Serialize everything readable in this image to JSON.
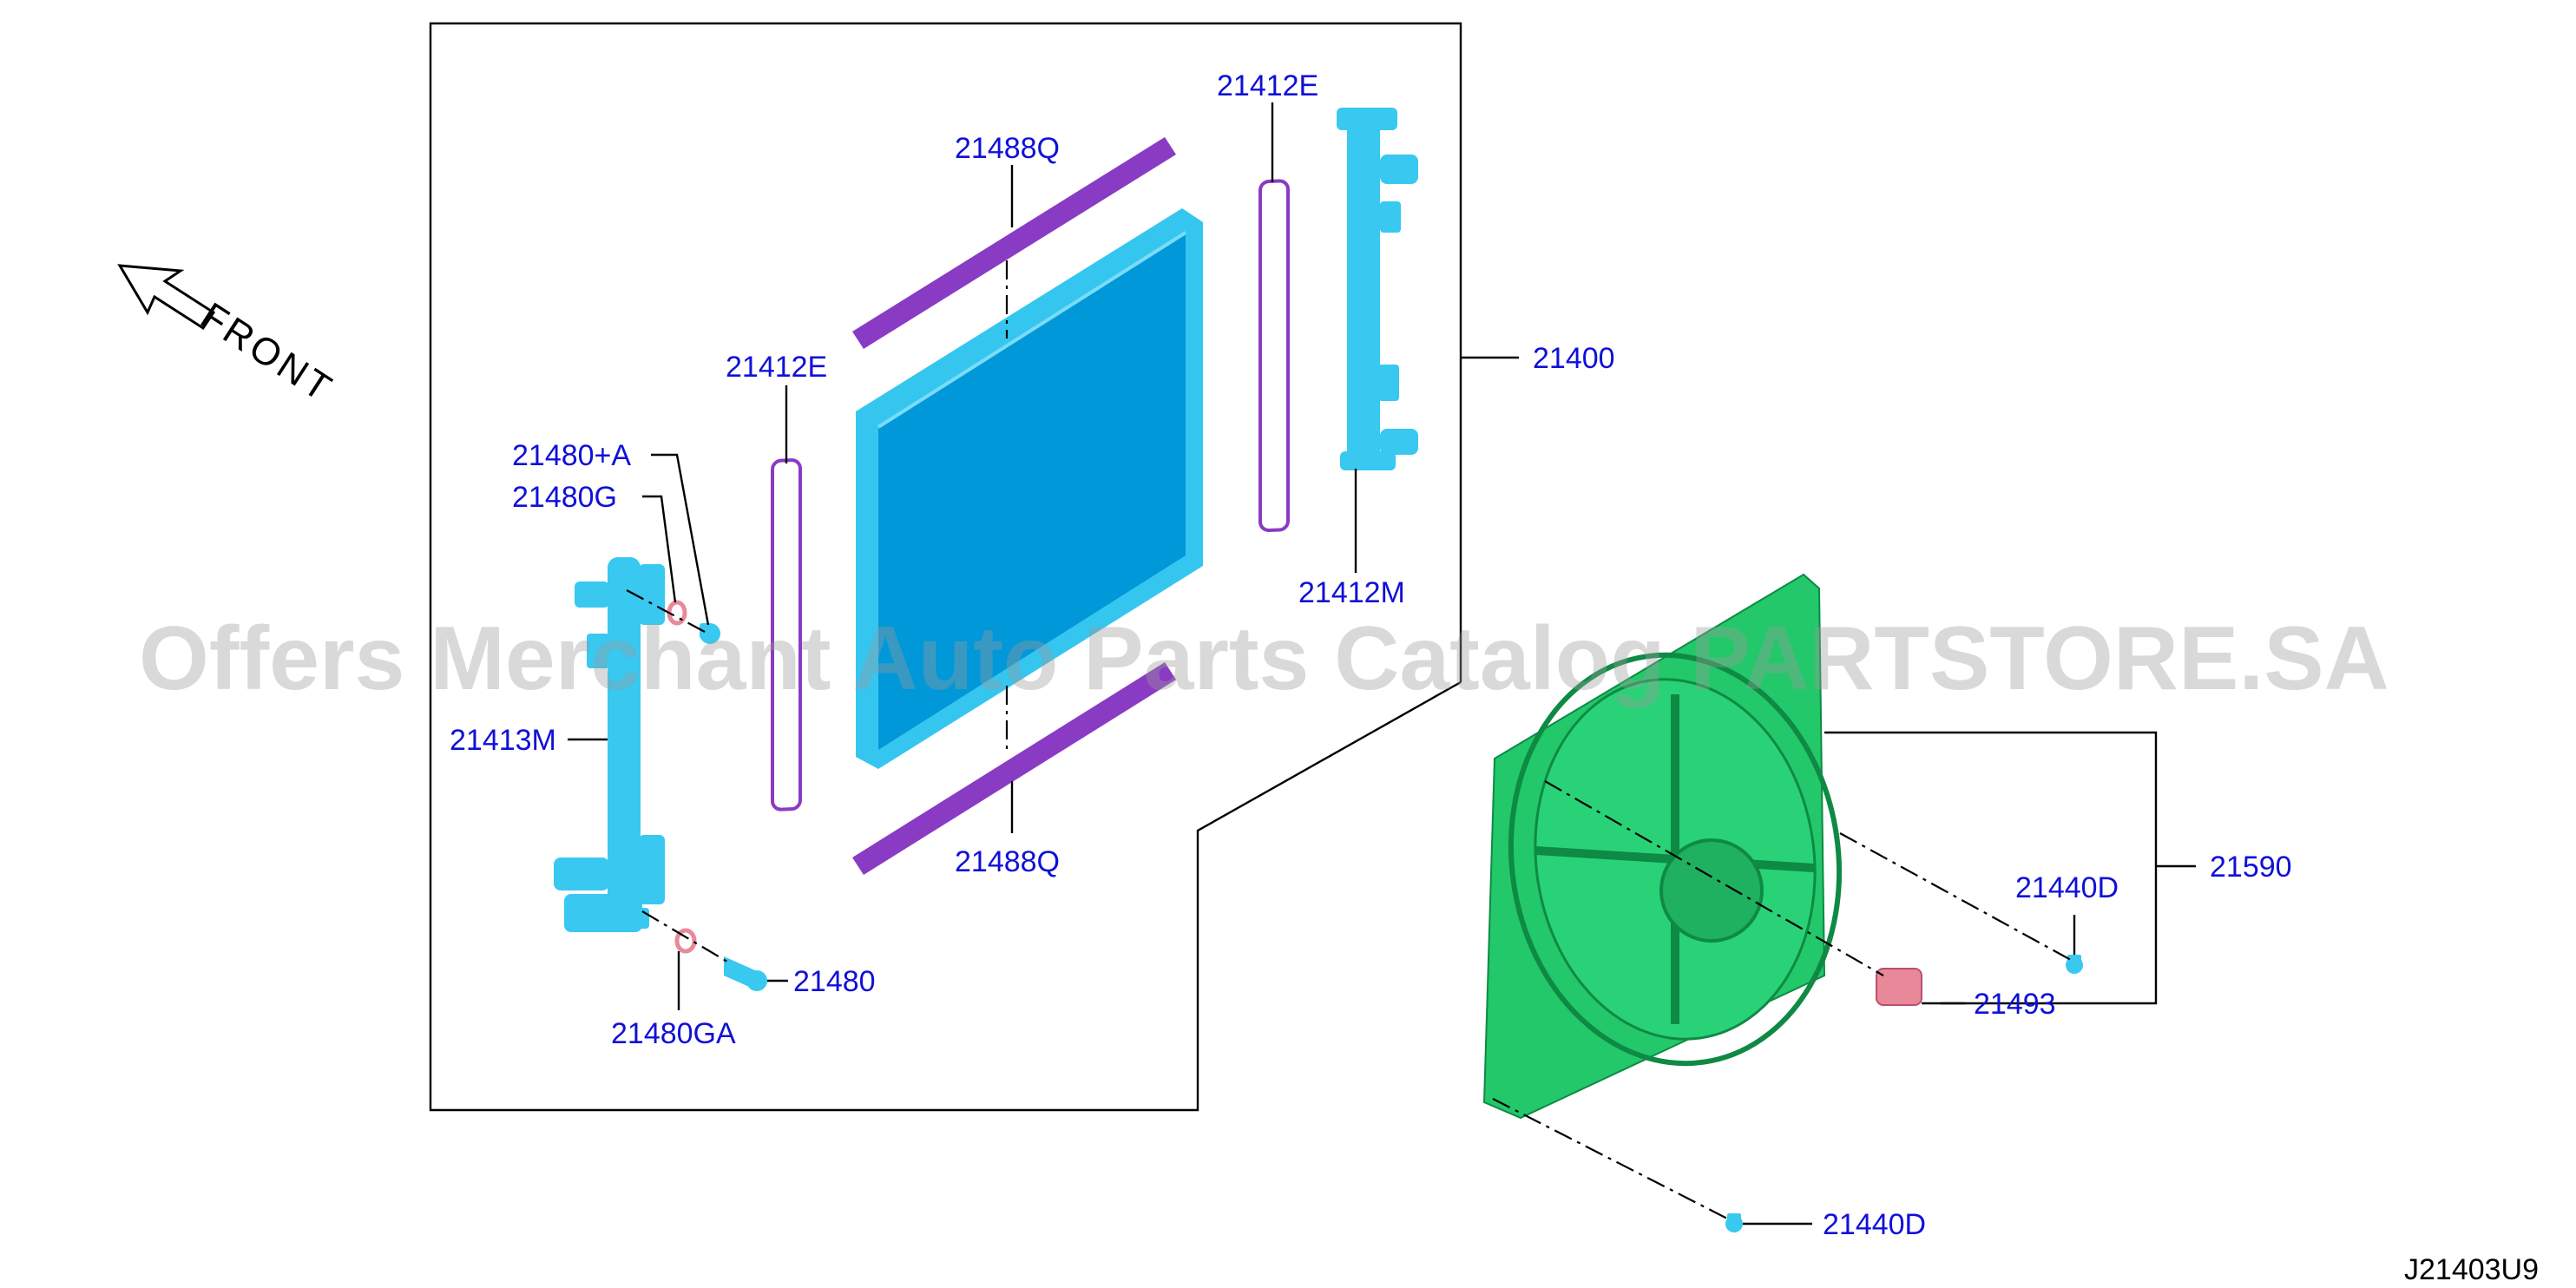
{
  "diagram": {
    "direction_label": "FRONT",
    "reference_code": "J21403U9",
    "watermark": "Offers Merchant Auto Parts Catalog PARTSTORE.SA",
    "colors": {
      "radiator": "#0098d8",
      "radiator_frame": "#35c6f0",
      "seal_strip": "#8a3bc4",
      "gasket": "#8a3bc4",
      "tank": "#38c8f0",
      "fan_shroud": "#22c86a",
      "motor_connector": "#e8899a",
      "label_text": "#1010d8"
    },
    "parts": [
      {
        "id": "p-21488q-top",
        "number": "21488Q"
      },
      {
        "id": "p-21412e-right",
        "number": "21412E"
      },
      {
        "id": "p-21400",
        "number": "21400"
      },
      {
        "id": "p-21412e-left",
        "number": "21412E"
      },
      {
        "id": "p-21480a",
        "number": "21480+A"
      },
      {
        "id": "p-21480g",
        "number": "21480G"
      },
      {
        "id": "p-21412m",
        "number": "21412M"
      },
      {
        "id": "p-21413m",
        "number": "21413M"
      },
      {
        "id": "p-21488q-bottom",
        "number": "21488Q"
      },
      {
        "id": "p-21480",
        "number": "21480"
      },
      {
        "id": "p-21480ga",
        "number": "21480GA"
      },
      {
        "id": "p-21440d-upper",
        "number": "21440D"
      },
      {
        "id": "p-21590",
        "number": "21590"
      },
      {
        "id": "p-21493",
        "number": "21493"
      },
      {
        "id": "p-21440d-lower",
        "number": "21440D"
      }
    ]
  }
}
